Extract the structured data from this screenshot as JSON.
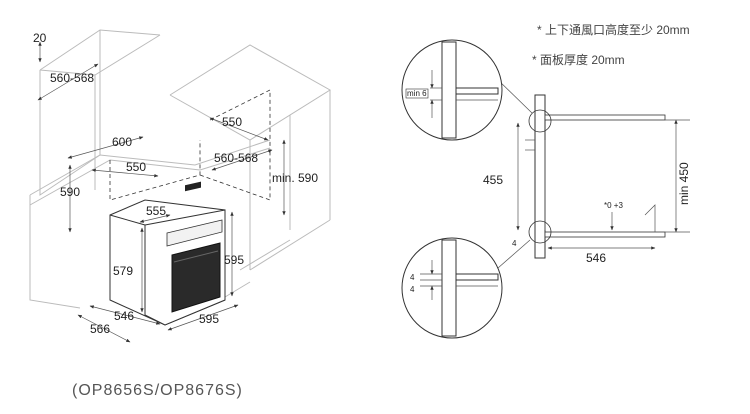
{
  "notes": {
    "vent_height": "* 上下通風口高度至少 20mm",
    "panel_thickness": "* 面板厚度 20mm"
  },
  "caption": "(OP8656S/OP8676S)",
  "left_dims": {
    "d20": "20",
    "d560_568_top": "560-568",
    "d600": "600",
    "d550_left": "550",
    "d590": "590",
    "d555": "555",
    "d579": "579",
    "d546": "546",
    "d566": "566",
    "d595_bottom": "595",
    "d595_side": "595",
    "d550_right": "550",
    "d560_568_right": "560-568",
    "min590": "min. 590"
  },
  "right_dims": {
    "min6": "min 6",
    "d455": "455",
    "tol": "*0 +3",
    "d4": "4",
    "d4a": "4",
    "d4b": "4",
    "d546": "546",
    "min450": "min 450"
  }
}
